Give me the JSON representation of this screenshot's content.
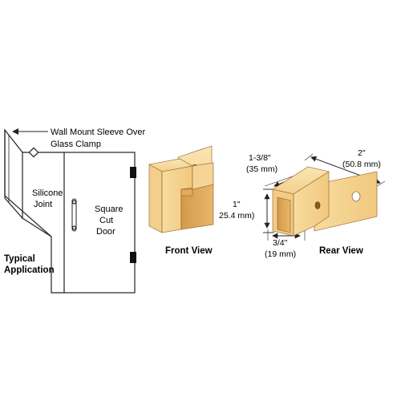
{
  "application": {
    "callout_line1": "Wall Mount Sleeve Over",
    "callout_line2": "Glass Clamp",
    "silicone_line1": "Silicone",
    "silicone_line2": "Joint",
    "door_line1": "Square",
    "door_line2": "Cut",
    "door_line3": "Door",
    "caption_line1": "Typical",
    "caption_line2": "Application"
  },
  "front_view": {
    "caption": "Front View",
    "height_line1": "1\"",
    "height_line2": "25.4 mm)"
  },
  "rear_view": {
    "caption": "Rear View",
    "depth_line1": "1-3/8\"",
    "depth_line2": "(35 mm)",
    "length_line1": "2\"",
    "length_line2": "(50.8 mm)",
    "width_line1": "3/4\"",
    "width_line2": "(19 mm)"
  },
  "colors": {
    "finish_light": "#f6d998",
    "finish_mid": "#efc47a",
    "finish_dark": "#d39a4c",
    "line": "#222222"
  }
}
